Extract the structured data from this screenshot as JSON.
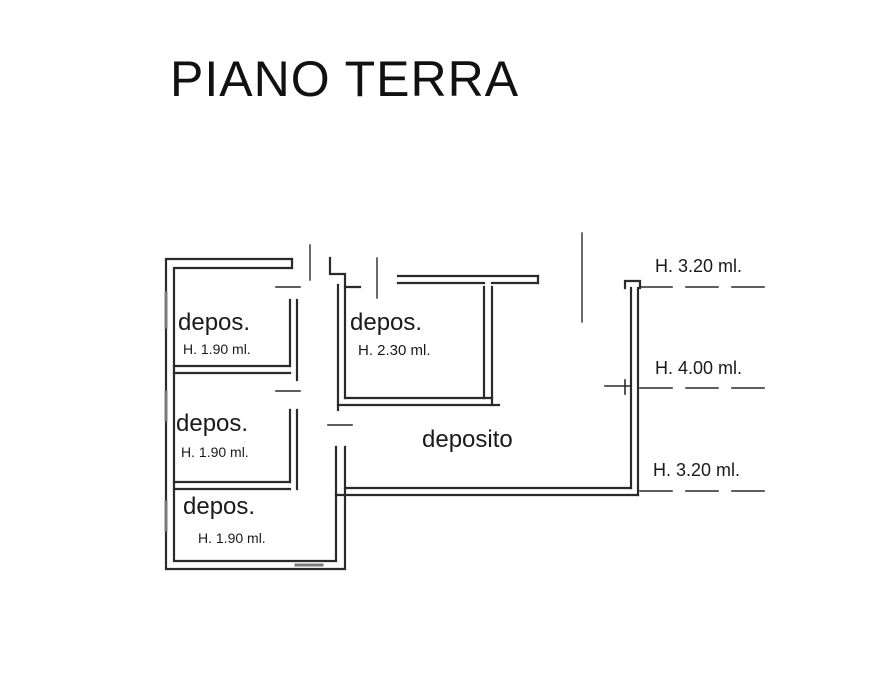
{
  "title": "PIANO TERRA",
  "rooms": [
    {
      "name": "depos.",
      "height": "H. 1.90 ml."
    },
    {
      "name": "depos.",
      "height": "H. 2.30 ml."
    },
    {
      "name": "depos.",
      "height": "H. 1.90 ml."
    },
    {
      "name": "depos.",
      "height": "H. 1.90 ml."
    },
    {
      "name": "deposito"
    }
  ],
  "elevations": [
    "H. 3.20 ml.",
    "H. 4.00 ml.",
    "H. 3.20 ml."
  ],
  "colors": {
    "wall": "#2a2a2a",
    "window": "#7a7a7a",
    "background": "#ffffff"
  }
}
